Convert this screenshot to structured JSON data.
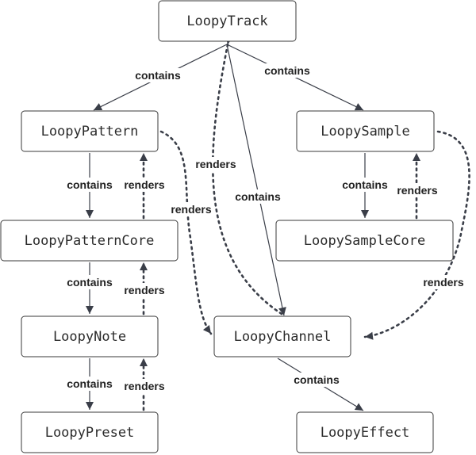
{
  "nodes": {
    "track": "LoopyTrack",
    "pattern": "LoopyPattern",
    "sample": "LoopySample",
    "pattern_core": "LoopyPatternCore",
    "sample_core": "LoopySampleCore",
    "note": "LoopyNote",
    "channel": "LoopyChannel",
    "preset": "LoopyPreset",
    "effect": "LoopyEffect"
  },
  "edges": [
    {
      "from": "track",
      "to": "pattern",
      "label": "contains",
      "style": "solid"
    },
    {
      "from": "track",
      "to": "sample",
      "label": "contains",
      "style": "solid"
    },
    {
      "from": "track",
      "to": "channel",
      "label": "contains",
      "style": "solid"
    },
    {
      "from": "channel",
      "to": "track",
      "label": "renders",
      "style": "dashed"
    },
    {
      "from": "pattern",
      "to": "pattern_core",
      "label": "contains",
      "style": "solid"
    },
    {
      "from": "pattern_core",
      "to": "pattern",
      "label": "renders",
      "style": "dashed"
    },
    {
      "from": "pattern",
      "to": "channel",
      "label": "renders",
      "style": "dashed"
    },
    {
      "from": "sample",
      "to": "sample_core",
      "label": "contains",
      "style": "solid"
    },
    {
      "from": "sample_core",
      "to": "sample",
      "label": "renders",
      "style": "dashed"
    },
    {
      "from": "sample",
      "to": "channel",
      "label": "renders",
      "style": "dashed"
    },
    {
      "from": "pattern_core",
      "to": "note",
      "label": "contains",
      "style": "solid"
    },
    {
      "from": "note",
      "to": "pattern_core",
      "label": "renders",
      "style": "dashed"
    },
    {
      "from": "note",
      "to": "preset",
      "label": "contains",
      "style": "solid"
    },
    {
      "from": "preset",
      "to": "note",
      "label": "renders",
      "style": "dashed"
    },
    {
      "from": "channel",
      "to": "effect",
      "label": "contains",
      "style": "solid"
    }
  ],
  "colors": {
    "line": "#3a3e48",
    "box_border": "#3a3a3a",
    "text": "#2b2b2b"
  }
}
